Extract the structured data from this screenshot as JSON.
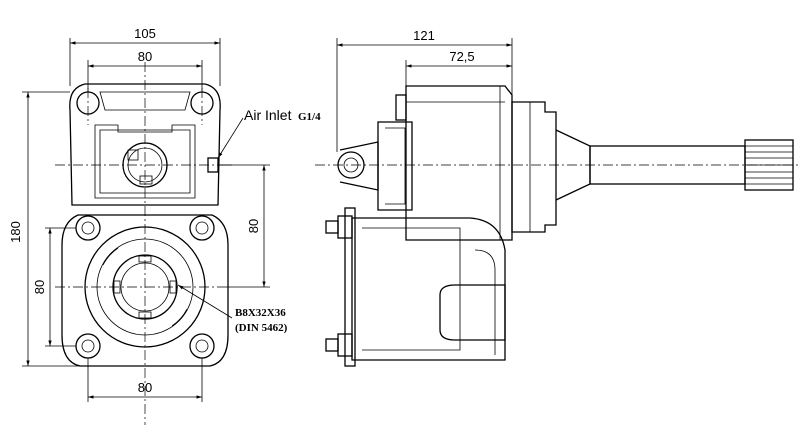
{
  "dimensions": {
    "front_overall_width": "105",
    "front_top_holes": "80",
    "front_height": "180",
    "front_right_vertical": "80",
    "front_left_vertical": "80",
    "front_bottom_holes": "80",
    "side_overall_width": "121",
    "side_partial_width": "72,5"
  },
  "callouts": {
    "air_inlet": "Air Inlet",
    "air_inlet_thread": "G1/4",
    "spline": "B8X32X36",
    "spline_standard": "(DIN 5462)"
  }
}
